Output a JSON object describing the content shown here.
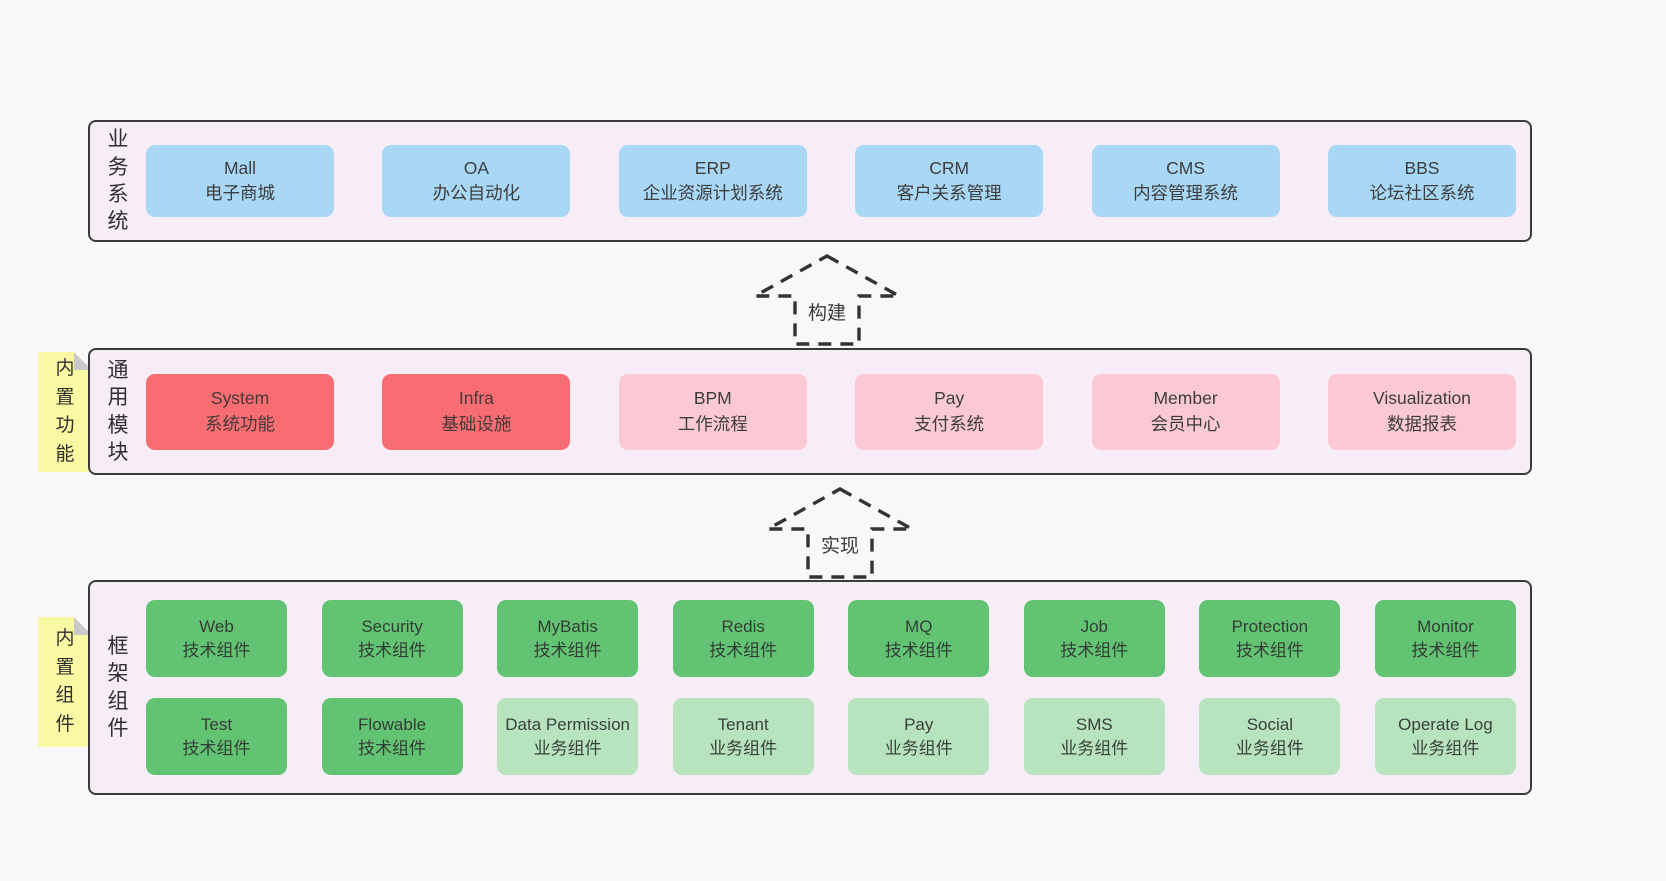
{
  "diagram": {
    "colors": {
      "page_bg": "#f8f8f8",
      "panel_bg": "#f7edf6",
      "panel_border": "#3b3b3b",
      "blue_box": "#a8d8f6",
      "red_box": "#f76d71",
      "pink_box": "#fbc9d3",
      "green_dark_box": "#62c473",
      "green_light_box": "#b7e3bf",
      "note_yellow": "#f9f9a4"
    },
    "panels": {
      "business": {
        "label": "业务系统",
        "boxes": [
          {
            "title": "Mall",
            "subtitle": "电子商城"
          },
          {
            "title": "OA",
            "subtitle": "办公自动化"
          },
          {
            "title": "ERP",
            "subtitle": "企业资源计划系统"
          },
          {
            "title": "CRM",
            "subtitle": "客户关系管理"
          },
          {
            "title": "CMS",
            "subtitle": "内容管理系统"
          },
          {
            "title": "BBS",
            "subtitle": "论坛社区系统"
          }
        ]
      },
      "modules": {
        "label": "通用模块",
        "note": "内置功能",
        "boxes": [
          {
            "title": "System",
            "subtitle": "系统功能",
            "variant": "red"
          },
          {
            "title": "Infra",
            "subtitle": "基础设施",
            "variant": "red"
          },
          {
            "title": "BPM",
            "subtitle": "工作流程",
            "variant": "pink"
          },
          {
            "title": "Pay",
            "subtitle": "支付系统",
            "variant": "pink"
          },
          {
            "title": "Member",
            "subtitle": "会员中心",
            "variant": "pink"
          },
          {
            "title": "Visualization",
            "subtitle": "数据报表",
            "variant": "pink"
          }
        ]
      },
      "components": {
        "label": "框架组件",
        "note": "内置组件",
        "rows": [
          [
            {
              "title": "Web",
              "subtitle": "技术组件",
              "variant": "green-dark"
            },
            {
              "title": "Security",
              "subtitle": "技术组件",
              "variant": "green-dark"
            },
            {
              "title": "MyBatis",
              "subtitle": "技术组件",
              "variant": "green-dark"
            },
            {
              "title": "Redis",
              "subtitle": "技术组件",
              "variant": "green-dark"
            },
            {
              "title": "MQ",
              "subtitle": "技术组件",
              "variant": "green-dark"
            },
            {
              "title": "Job",
              "subtitle": "技术组件",
              "variant": "green-dark"
            },
            {
              "title": "Protection",
              "subtitle": "技术组件",
              "variant": "green-dark"
            },
            {
              "title": "Monitor",
              "subtitle": "技术组件",
              "variant": "green-dark"
            }
          ],
          [
            {
              "title": "Test",
              "subtitle": "技术组件",
              "variant": "green-dark"
            },
            {
              "title": "Flowable",
              "subtitle": "技术组件",
              "variant": "green-dark"
            },
            {
              "title": "Data Permission",
              "subtitle": "业务组件",
              "variant": "green-light"
            },
            {
              "title": "Tenant",
              "subtitle": "业务组件",
              "variant": "green-light"
            },
            {
              "title": "Pay",
              "subtitle": "业务组件",
              "variant": "green-light"
            },
            {
              "title": "SMS",
              "subtitle": "业务组件",
              "variant": "green-light"
            },
            {
              "title": "Social",
              "subtitle": "业务组件",
              "variant": "green-light"
            },
            {
              "title": "Operate Log",
              "subtitle": "业务组件",
              "variant": "green-light"
            }
          ]
        ]
      }
    },
    "arrows": [
      {
        "label": "构建"
      },
      {
        "label": "实现"
      }
    ]
  }
}
